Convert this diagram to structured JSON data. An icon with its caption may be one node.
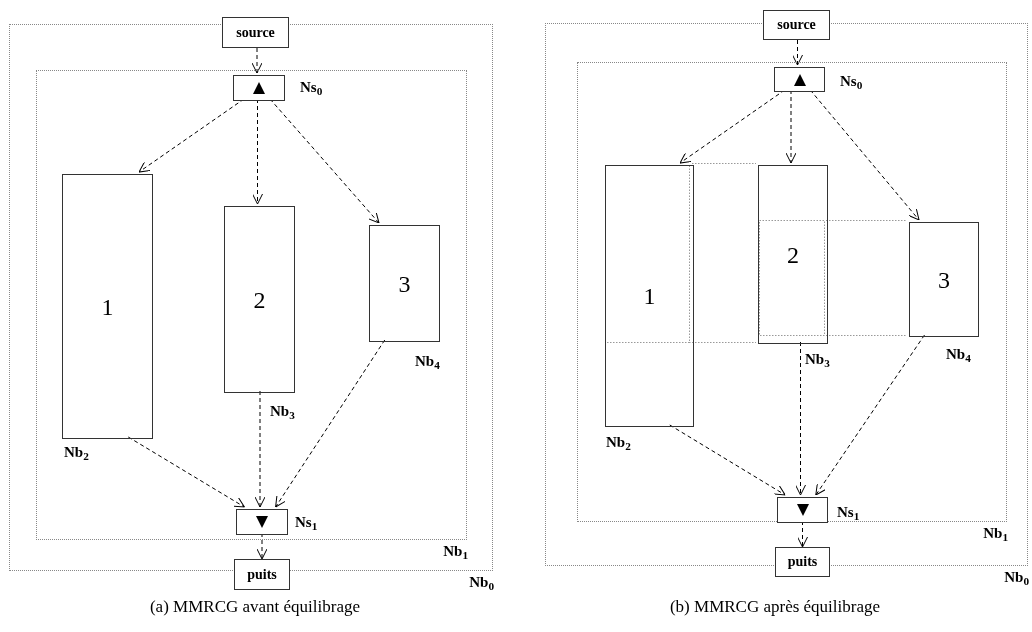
{
  "diagram": {
    "nodes": [
      {
        "text": [
          "Nb$_{0}$"
        ]
      },
      {
        "text": [
          "Nb$_{1}$"
        ],
        "in": 0
      },
      {
        "text": [
          "source"
        ]
      },
      {
        "text": [],
        "shape": "box",
        "in": 1,
        "beside": [
          "Ns$_{0}$"
        ]
      },
      {
        "text": [
          "1"
        ],
        "in": 1,
        "beside": [
          "Nb$_{2}$"
        ]
      },
      {
        "text": [
          "2"
        ],
        "in": 1,
        "beside": [
          "Nb$_{3}$"
        ]
      },
      {
        "text": [
          "3"
        ],
        "in": 1,
        "beside": [
          "Nb$_{4}$"
        ]
      },
      {
        "text": [],
        "shape": "box",
        "in": 1,
        "beside": [
          "Ns$_{1}$"
        ]
      },
      {
        "text": [
          "puits"
        ]
      },
      {
        "text": [
          "Nb$_{0}$"
        ]
      },
      {
        "text": [
          "Nb$_{1}$"
        ],
        "in": 9
      },
      {
        "text": [
          "source"
        ]
      },
      {
        "text": [],
        "shape": "box",
        "in": 10,
        "beside": [
          "Ns$_{0}$"
        ]
      },
      {
        "text": [
          "1"
        ],
        "in": 10,
        "beside": [
          "Nb$_{2}$"
        ]
      },
      {
        "text": [
          "2"
        ],
        "in": 10,
        "beside": [
          "Nb$_{3}$"
        ]
      },
      {
        "text": [
          "3"
        ],
        "in": 10,
        "beside": [
          "Nb$_{4}$"
        ]
      },
      {
        "text": [],
        "shape": "box",
        "in": 10,
        "beside": [
          "Ns$_{1}$"
        ]
      },
      {
        "text": [
          "puits"
        ]
      }
    ],
    "edges": [
      {
        "from": 2,
        "to": 3,
        "arrow": "to",
        "style": "dashed"
      },
      {
        "from": 3,
        "to": 4,
        "arrow": "to",
        "style": "dashed"
      },
      {
        "from": 3,
        "to": 5,
        "arrow": "to",
        "style": "dashed"
      },
      {
        "from": 3,
        "to": 6,
        "arrow": "to",
        "style": "dashed"
      },
      {
        "from": 4,
        "to": 7,
        "arrow": "to",
        "style": "dashed"
      },
      {
        "from": 5,
        "to": 7,
        "arrow": "to",
        "style": "dashed"
      },
      {
        "from": 6,
        "to": 7,
        "arrow": "to",
        "style": "dashed"
      },
      {
        "from": 7,
        "to": 8,
        "arrow": "to",
        "style": "dashed"
      },
      {
        "from": 11,
        "to": 12,
        "arrow": "to",
        "style": "dashed"
      },
      {
        "from": 12,
        "to": 13,
        "arrow": "to",
        "style": "dashed"
      },
      {
        "from": 12,
        "to": 14,
        "arrow": "to",
        "style": "dashed"
      },
      {
        "from": 12,
        "to": 15,
        "arrow": "to",
        "style": "dashed"
      },
      {
        "from": 13,
        "to": 16,
        "arrow": "to",
        "style": "dashed"
      },
      {
        "from": 14,
        "to": 16,
        "arrow": "to",
        "style": "dashed"
      },
      {
        "from": 15,
        "to": 16,
        "arrow": "to",
        "style": "dashed"
      },
      {
        "from": 16,
        "to": 17,
        "arrow": "to",
        "style": "dashed"
      }
    ],
    "labels": [
      "(a) MMRCG avant équilibrage",
      "(b) MMRCG après équilibrage"
    ]
  }
}
